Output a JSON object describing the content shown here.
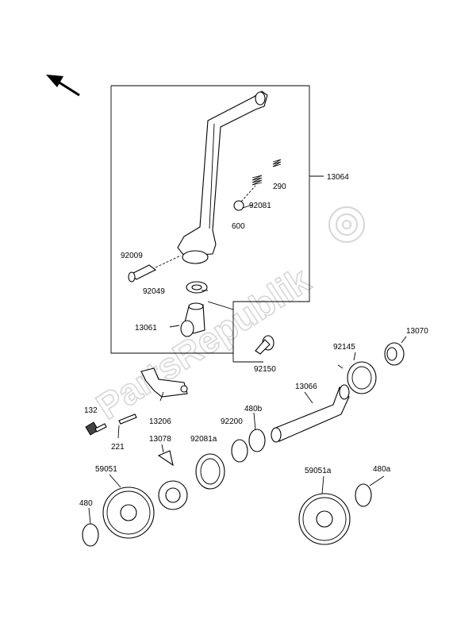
{
  "watermark": "PartsRepublik",
  "labels": {
    "l13064": "13064",
    "l290": "290",
    "l92081": "92081",
    "l600": "600",
    "l92009": "92009",
    "l92049": "92049",
    "l13061": "13061",
    "l92150": "92150",
    "l13070": "13070",
    "l92145": "92145",
    "l13066": "13066",
    "l132": "132",
    "l13206": "13206",
    "l221": "221",
    "l92200": "92200",
    "l480b": "480b",
    "l13078": "13078",
    "l92081a": "92081a",
    "l59051": "59051",
    "l59051a": "59051a",
    "l480a": "480a",
    "l480": "480"
  }
}
